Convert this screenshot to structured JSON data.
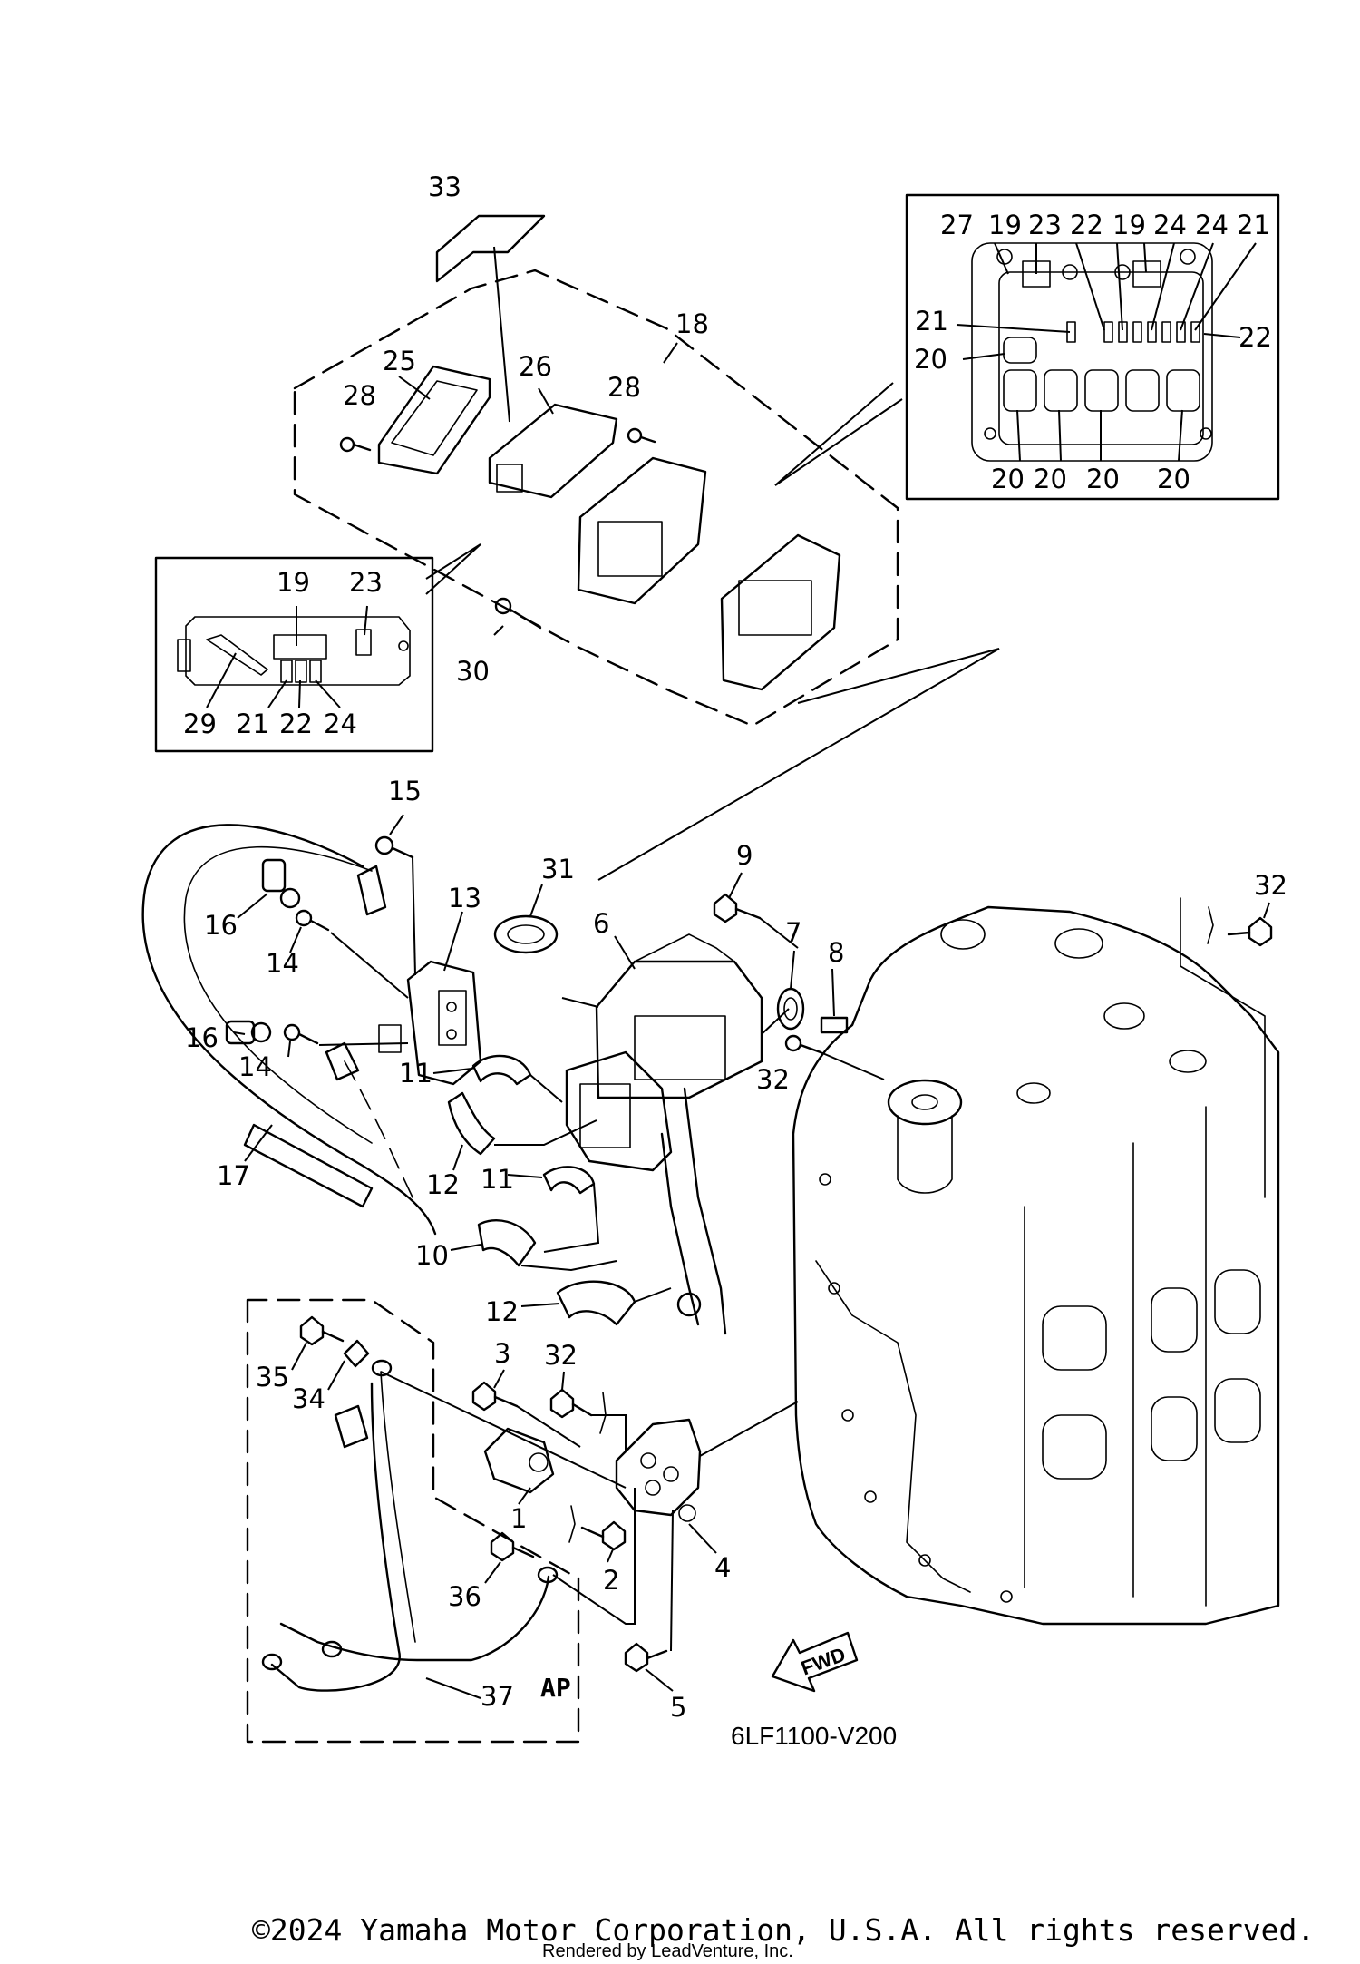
{
  "diagram": {
    "drawing_code": "6LF1100-V200",
    "ap_label": "AP",
    "fwd_label": "FWD",
    "footer_copyright": "©2024 Yamaha Motor Corporation, U.S.A. All rights reserved.",
    "footer_rendered": "Rendered by LeadVenture, Inc.",
    "callouts": [
      {
        "id": "c33",
        "label": "33"
      },
      {
        "id": "c18",
        "label": "18"
      },
      {
        "id": "c25",
        "label": "25"
      },
      {
        "id": "c26",
        "label": "26"
      },
      {
        "id": "c28a",
        "label": "28"
      },
      {
        "id": "c28b",
        "label": "28"
      },
      {
        "id": "c30",
        "label": "30"
      },
      {
        "id": "i27",
        "label": "27"
      },
      {
        "id": "i19a",
        "label": "19"
      },
      {
        "id": "i23a",
        "label": "23"
      },
      {
        "id": "i22a",
        "label": "22"
      },
      {
        "id": "i19b",
        "label": "19"
      },
      {
        "id": "i24a",
        "label": "24"
      },
      {
        "id": "i24b",
        "label": "24"
      },
      {
        "id": "i21a",
        "label": "21"
      },
      {
        "id": "i21b",
        "label": "21"
      },
      {
        "id": "i22b",
        "label": "22"
      },
      {
        "id": "i20a",
        "label": "20"
      },
      {
        "id": "i20b",
        "label": "20"
      },
      {
        "id": "i20c",
        "label": "20"
      },
      {
        "id": "i20d",
        "label": "20"
      },
      {
        "id": "i20e",
        "label": "20"
      },
      {
        "id": "l19",
        "label": "19"
      },
      {
        "id": "l23",
        "label": "23"
      },
      {
        "id": "l29",
        "label": "29"
      },
      {
        "id": "l21",
        "label": "21"
      },
      {
        "id": "l22",
        "label": "22"
      },
      {
        "id": "l24",
        "label": "24"
      },
      {
        "id": "c15",
        "label": "15"
      },
      {
        "id": "c31",
        "label": "31"
      },
      {
        "id": "c9",
        "label": "9"
      },
      {
        "id": "c32a",
        "label": "32"
      },
      {
        "id": "c16a",
        "label": "16"
      },
      {
        "id": "c13",
        "label": "13"
      },
      {
        "id": "c6",
        "label": "6"
      },
      {
        "id": "c7",
        "label": "7"
      },
      {
        "id": "c8",
        "label": "8"
      },
      {
        "id": "c14a",
        "label": "14"
      },
      {
        "id": "c16b",
        "label": "16"
      },
      {
        "id": "c14b",
        "label": "14"
      },
      {
        "id": "c32b",
        "label": "32"
      },
      {
        "id": "c11a",
        "label": "11"
      },
      {
        "id": "c17",
        "label": "17"
      },
      {
        "id": "c12a",
        "label": "12"
      },
      {
        "id": "c11b",
        "label": "11"
      },
      {
        "id": "c10",
        "label": "10"
      },
      {
        "id": "c12b",
        "label": "12"
      },
      {
        "id": "c3",
        "label": "3"
      },
      {
        "id": "c32c",
        "label": "32"
      },
      {
        "id": "c35",
        "label": "35"
      },
      {
        "id": "c34",
        "label": "34"
      },
      {
        "id": "c1",
        "label": "1"
      },
      {
        "id": "c4",
        "label": "4"
      },
      {
        "id": "c2",
        "label": "2"
      },
      {
        "id": "c36",
        "label": "36"
      },
      {
        "id": "c37",
        "label": "37"
      },
      {
        "id": "c5",
        "label": "5"
      }
    ]
  }
}
